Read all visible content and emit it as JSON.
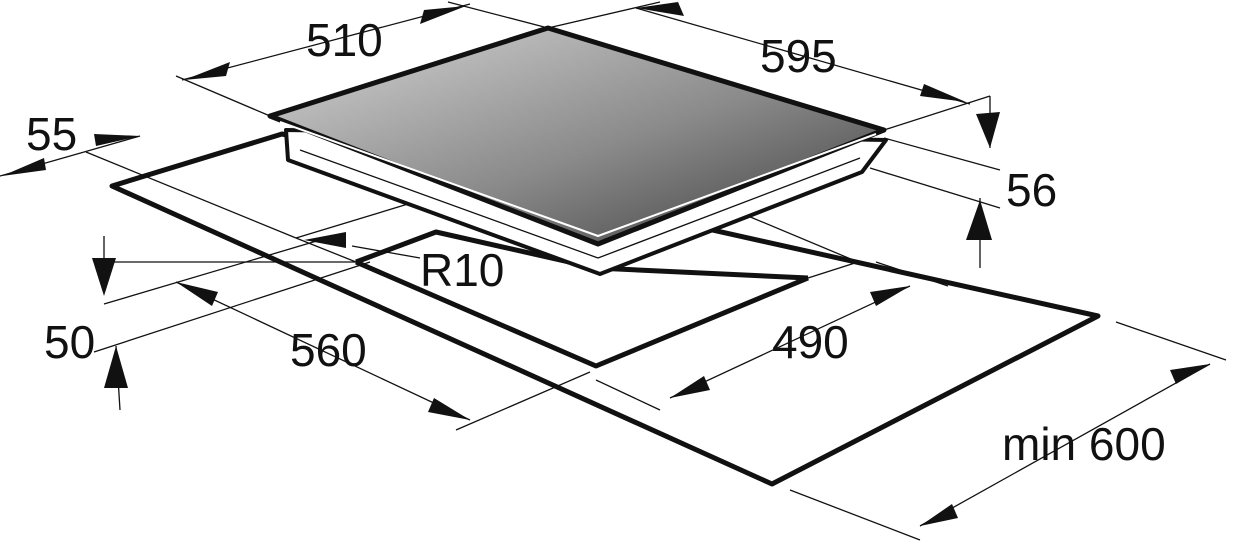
{
  "diagram": {
    "type": "hob built-in installation dimensions",
    "dimensions": {
      "hob_depth": "510",
      "hob_width": "595",
      "hob_height": "56",
      "front_gap": "55",
      "corner_radius": "R10",
      "side_gap": "50",
      "cutout_width": "560",
      "cutout_depth": "490",
      "min_worktop": "min 600"
    },
    "colors": {
      "line": "#111111",
      "glass_light": "#d4d4d4",
      "glass_dark": "#3a3a3a",
      "background": "#ffffff"
    }
  }
}
